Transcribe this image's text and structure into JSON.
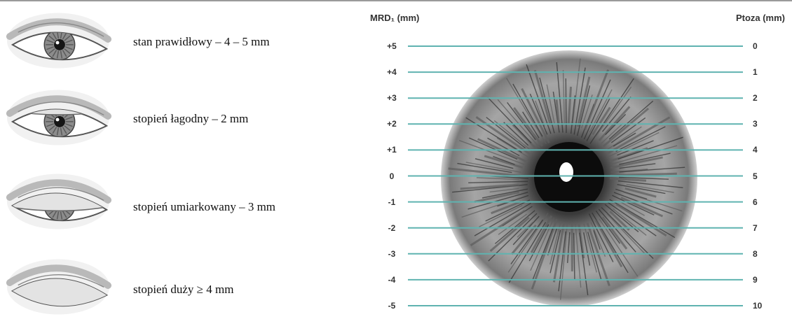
{
  "grades": [
    {
      "label": "stan prawidłowy – 4 – 5 mm",
      "lid": 0.0
    },
    {
      "label": "stopień łagodny – 2 mm",
      "lid": 0.3
    },
    {
      "label": "stopień umiarkowany – 3 mm",
      "lid": 0.55
    },
    {
      "label": "stopień duży ≥ 4 mm",
      "lid": 0.8
    }
  ],
  "chart": {
    "left_header": "MRD₁ (mm)",
    "right_header": "Ptoza (mm)",
    "mrd_values": [
      "+5",
      "+4",
      "+3",
      "+2",
      "+1",
      "0",
      "-1",
      "-2",
      "-3",
      "-4",
      "-5"
    ],
    "ptosis_values": [
      "0",
      "1",
      "2",
      "3",
      "4",
      "5",
      "6",
      "7",
      "8",
      "9",
      "10"
    ],
    "line_color": "#5fb3b0"
  }
}
